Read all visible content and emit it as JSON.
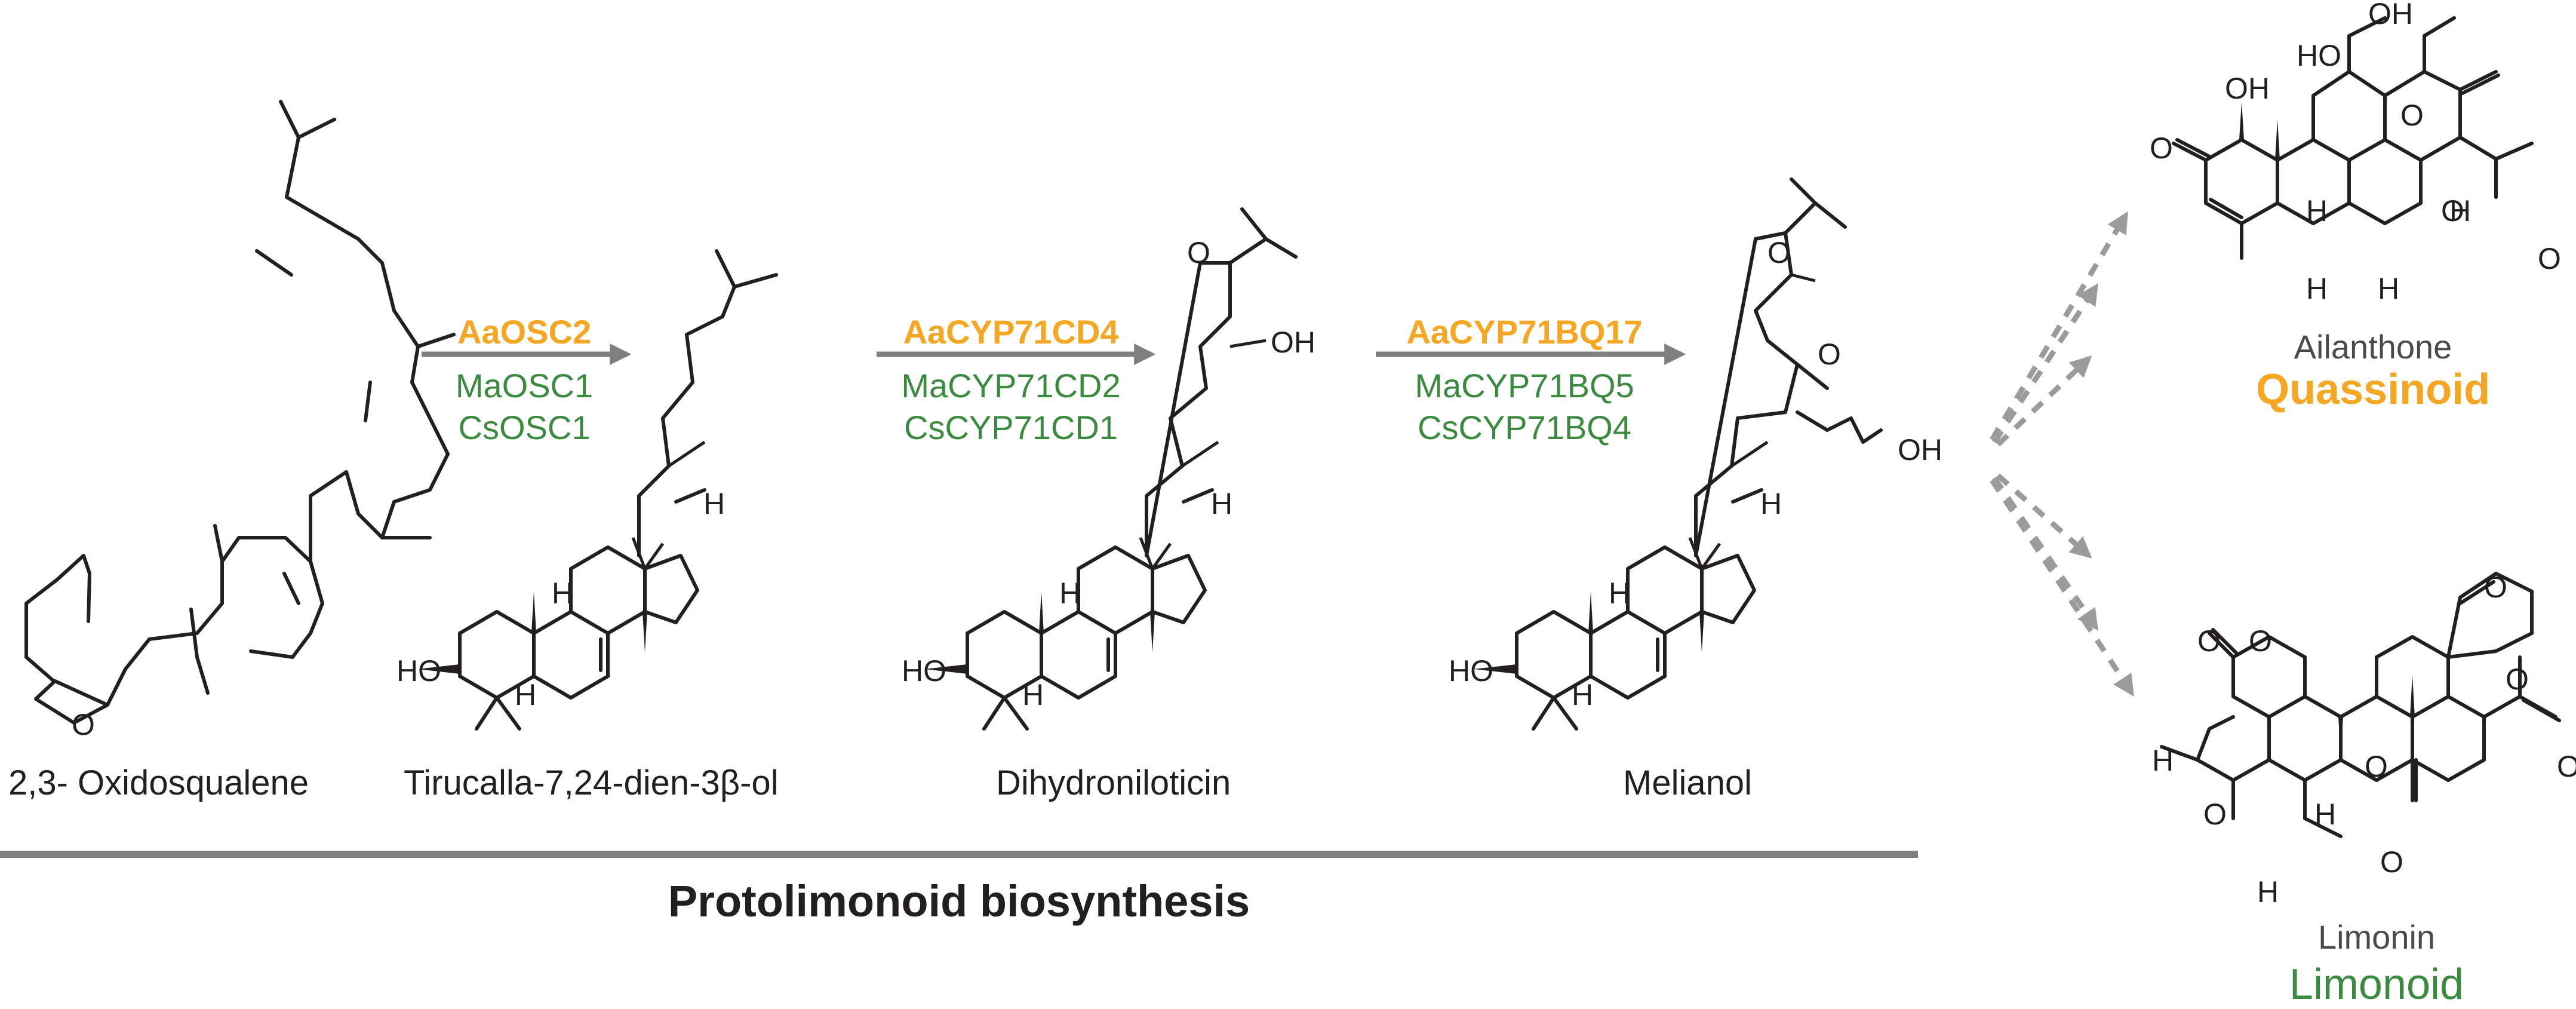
{
  "compounds": [
    {
      "name": "2,3- Oxidosqualene"
    },
    {
      "name": "Tirucalla-7,24-dien-3β-ol"
    },
    {
      "name": "Dihydroniloticin"
    },
    {
      "name": "Melianol"
    }
  ],
  "steps": [
    {
      "enzyme": "AaOSC2",
      "orthologs": [
        "MaOSC1",
        "CsOSC1"
      ]
    },
    {
      "enzyme": "AaCYP71CD4",
      "orthologs": [
        "MaCYP71CD2",
        "CsCYP71CD1"
      ]
    },
    {
      "enzyme": "AaCYP71BQ17",
      "orthologs": [
        "MaCYP71BQ5",
        "CsCYP71BQ4"
      ]
    }
  ],
  "products": [
    {
      "name": "Ailanthone",
      "class": "Quassinoid"
    },
    {
      "name": "Limonin",
      "class": "Limonoid"
    }
  ],
  "section_label": "Protolimonoid biosynthesis",
  "atoms": {
    "O": "O",
    "OH": "OH",
    "HO": "HO",
    "H": "H"
  },
  "colors": {
    "enzyme": "#f5a623",
    "ortholog": "#3a8a3f",
    "arrow": "#7f7f7f",
    "dashed": "#9b9b9b",
    "text": "#231f20"
  }
}
